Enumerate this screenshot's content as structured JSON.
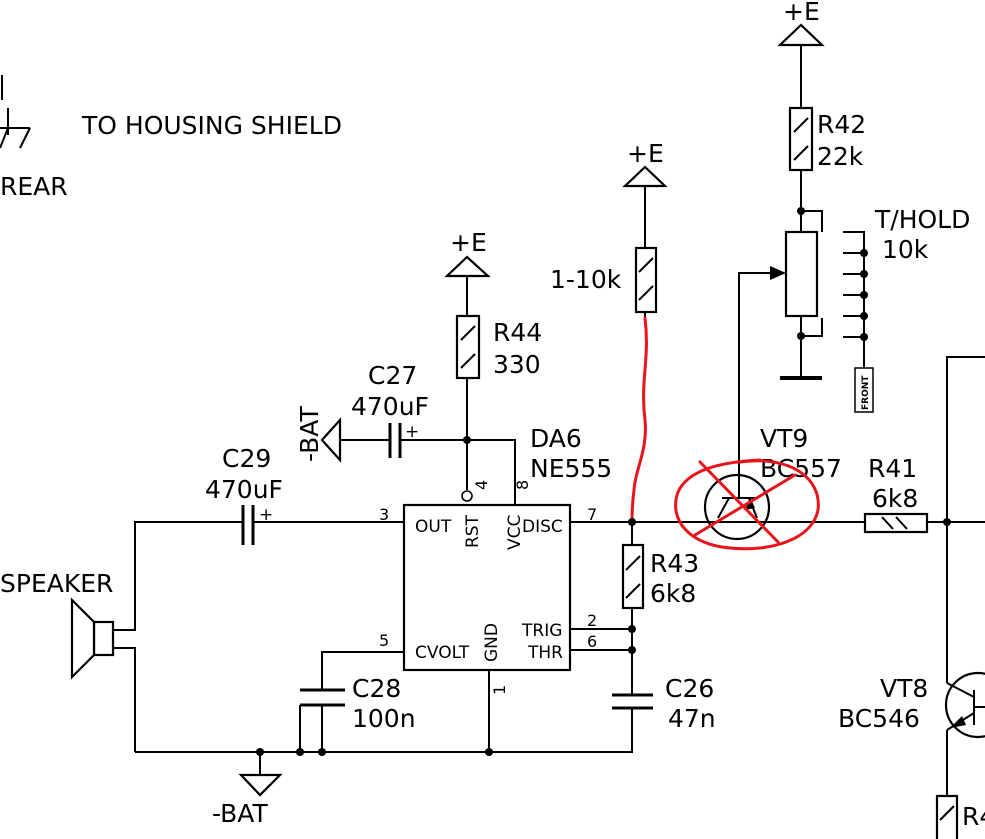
{
  "labels": {
    "housing_shield": "TO HOUSING SHIELD",
    "rear": "REAR",
    "speaker": "SPEAKER",
    "supply_e": "+E",
    "neg_bat": "-BAT",
    "r42_ref": "R42",
    "r42_val": "22k",
    "thold_ref": "T/HOLD",
    "thold_val": "10k",
    "front": "FRONT",
    "r_trim_val": "1-10k",
    "r44_ref": "R44",
    "r44_val": "330",
    "c27_ref": "C27",
    "c27_val": "470uF",
    "c29_ref": "C29",
    "c29_val": "470uF",
    "ic_ref": "DA6",
    "ic_val": "NE555",
    "vt9_ref": "VT9",
    "vt9_val": "BC557",
    "r41_ref": "R41",
    "r41_val": "6k8",
    "r43_ref": "R43",
    "r43_val": "6k8",
    "c28_ref": "C28",
    "c28_val": "100n",
    "c26_ref": "C26",
    "c26_val": "47n",
    "vt8_ref": "VT8",
    "vt8_val": "BC546",
    "r4x_ref": "R4",
    "plus": "+"
  },
  "ic_pins": {
    "out": "OUT",
    "rst": "RST",
    "vcc": "VCC",
    "disc": "DISC",
    "cvolt": "CVOLT",
    "gnd": "GND",
    "trig": "TRIG",
    "thr": "THR",
    "n1": "1",
    "n2": "2",
    "n3": "3",
    "n4": "4",
    "n5": "5",
    "n6": "6",
    "n7": "7",
    "n8": "8"
  },
  "annotation_color": "#e8141c"
}
